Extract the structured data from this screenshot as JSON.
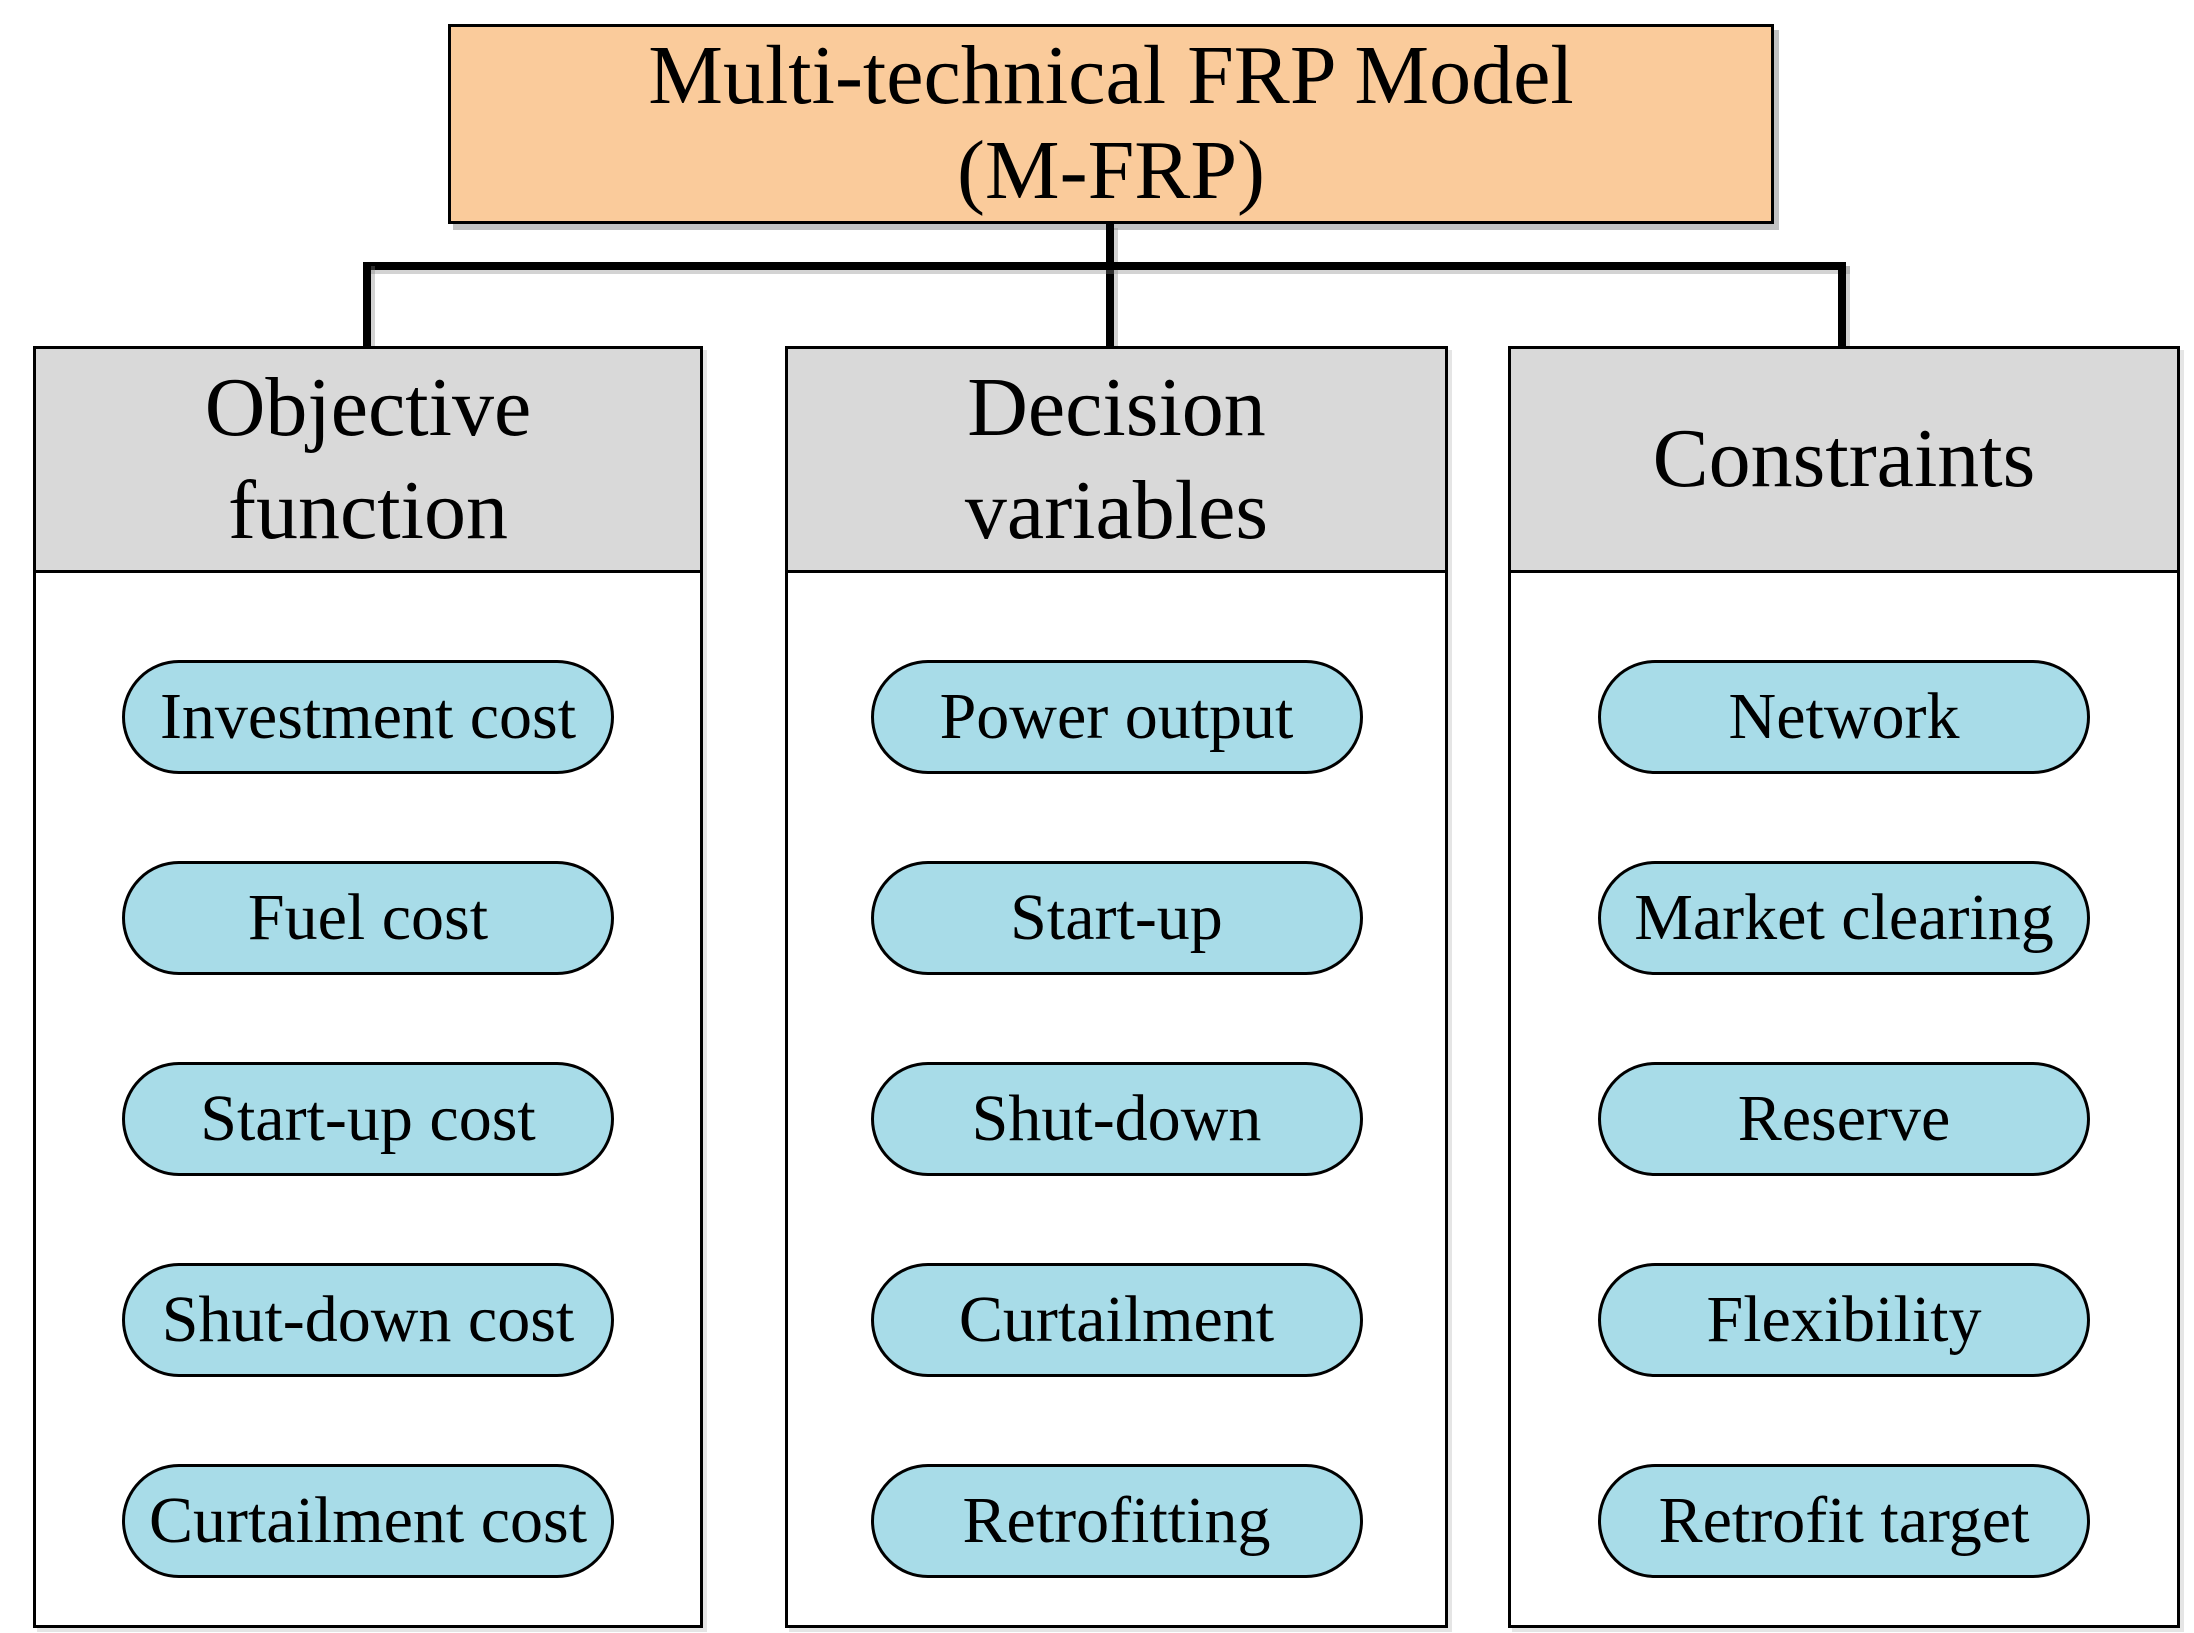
{
  "title": {
    "line1": "Multi-technical FRP Model",
    "line2": "(M-FRP)"
  },
  "columns": [
    {
      "header_lines": [
        "Objective",
        "function"
      ],
      "items": [
        "Investment cost",
        "Fuel cost",
        "Start-up cost",
        "Shut-down cost",
        "Curtailment cost"
      ]
    },
    {
      "header_lines": [
        "Decision",
        "variables"
      ],
      "items": [
        "Power output",
        "Start-up",
        "Shut-down",
        "Curtailment",
        "Retrofitting"
      ]
    },
    {
      "header_lines": [
        "Constraints",
        ""
      ],
      "items": [
        "Network",
        "Market clearing",
        "Reserve",
        "Flexibility",
        "Retrofit target"
      ]
    }
  ],
  "colors": {
    "root_fill": "#FACB9B",
    "header_fill": "#D9D9D9",
    "item_fill": "#A8DCE8",
    "border": "#000000",
    "connector": "#000000"
  }
}
